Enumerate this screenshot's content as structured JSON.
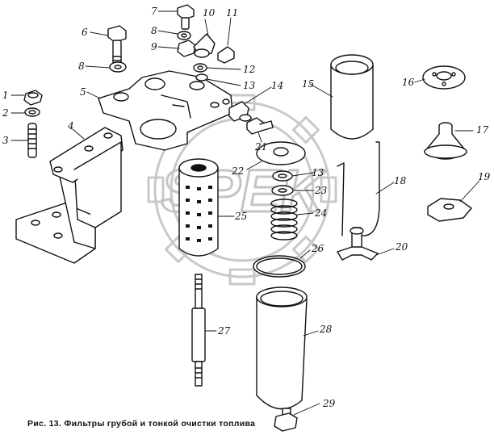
{
  "figure": {
    "caption": "Рис. 13. Фильтры грубой и тонкой очистки топлива",
    "watermark_text": "SPEK",
    "colors": {
      "ink": "#111111",
      "paper": "#ffffff",
      "watermark": "#c9c9c9"
    }
  },
  "callouts": [
    {
      "id": "1",
      "label": "1"
    },
    {
      "id": "2",
      "label": "2"
    },
    {
      "id": "3",
      "label": "3"
    },
    {
      "id": "4",
      "label": "4"
    },
    {
      "id": "5",
      "label": "5"
    },
    {
      "id": "6",
      "label": "6"
    },
    {
      "id": "7",
      "label": "7"
    },
    {
      "id": "8a",
      "label": "8"
    },
    {
      "id": "8b",
      "label": "8"
    },
    {
      "id": "9",
      "label": "9"
    },
    {
      "id": "10",
      "label": "10"
    },
    {
      "id": "11",
      "label": "11"
    },
    {
      "id": "12",
      "label": "12"
    },
    {
      "id": "13a",
      "label": "13"
    },
    {
      "id": "13b",
      "label": "13"
    },
    {
      "id": "14",
      "label": "14"
    },
    {
      "id": "15",
      "label": "15"
    },
    {
      "id": "16",
      "label": "16"
    },
    {
      "id": "17",
      "label": "17"
    },
    {
      "id": "18",
      "label": "18"
    },
    {
      "id": "19",
      "label": "19"
    },
    {
      "id": "20",
      "label": "20"
    },
    {
      "id": "21",
      "label": "21"
    },
    {
      "id": "22",
      "label": "22"
    },
    {
      "id": "23",
      "label": "23"
    },
    {
      "id": "24",
      "label": "24"
    },
    {
      "id": "25",
      "label": "25"
    },
    {
      "id": "26",
      "label": "26"
    },
    {
      "id": "27",
      "label": "27"
    },
    {
      "id": "28",
      "label": "28"
    },
    {
      "id": "29",
      "label": "29"
    }
  ]
}
